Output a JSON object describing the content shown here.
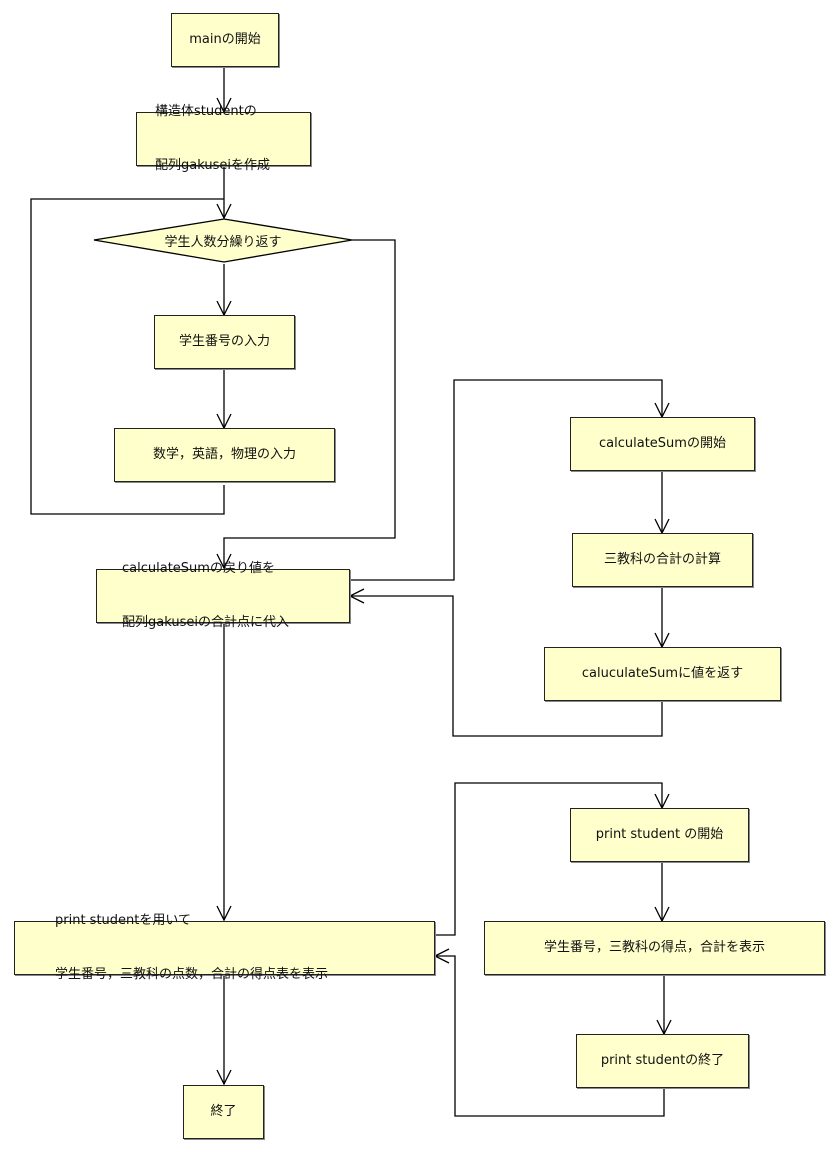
{
  "diagram": {
    "type": "flowchart",
    "fill_color": "#ffffcc",
    "stroke_color": "#000000",
    "nodes": {
      "main_start": "mainの開始",
      "create_array_line1": "構造体studentの",
      "create_array_line2": "配列gakuseiを作成",
      "loop": "学生人数分繰り返す",
      "input_id": "学生番号の入力",
      "input_scores": "数学，英語，物理の入力",
      "assign_sum_line1": "calculateSumの戻り値を",
      "assign_sum_line2": "配列gakuseiの合計点に代入",
      "calc_start": "calculateSumの開始",
      "calc_total": "三教科の合計の計算",
      "calc_return": "caluculateSumに値を返す",
      "print_call_line1": "print studentを用いて",
      "print_call_line2": "学生番号，三教科の点数，合計の得点表を表示",
      "print_start": "print student の開始",
      "print_show": "学生番号，三教科の得点，合計を表示",
      "print_end": "print studentの終了",
      "end": "終了"
    }
  }
}
